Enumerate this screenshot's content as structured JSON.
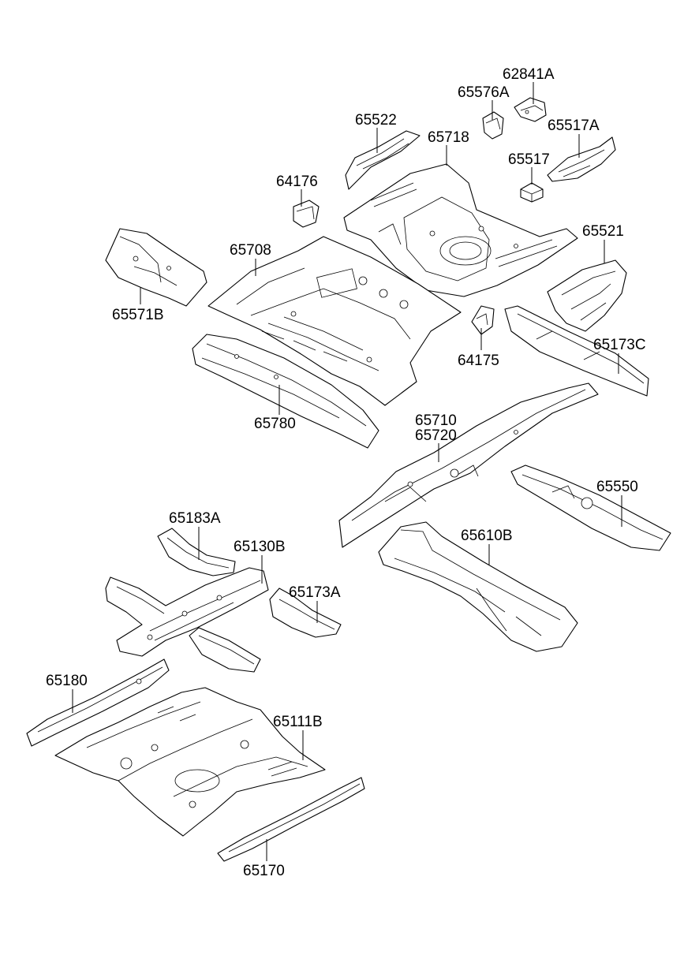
{
  "parts": [
    {
      "id": "p62841A",
      "number": "62841A"
    },
    {
      "id": "p65576A",
      "number": "65576A"
    },
    {
      "id": "p65522",
      "number": "65522"
    },
    {
      "id": "p65718",
      "number": "65718"
    },
    {
      "id": "p65517A",
      "number": "65517A"
    },
    {
      "id": "p64176",
      "number": "64176"
    },
    {
      "id": "p65517",
      "number": "65517"
    },
    {
      "id": "p65521",
      "number": "65521"
    },
    {
      "id": "p65708",
      "number": "65708"
    },
    {
      "id": "p65571B",
      "number": "65571B"
    },
    {
      "id": "p64175",
      "number": "64175"
    },
    {
      "id": "p65173C",
      "number": "65173C"
    },
    {
      "id": "p65780",
      "number": "65780"
    },
    {
      "id": "p65710",
      "number": "65710"
    },
    {
      "id": "p65720",
      "number": "65720"
    },
    {
      "id": "p65550",
      "number": "65550"
    },
    {
      "id": "p65183A",
      "number": "65183A"
    },
    {
      "id": "p65610B",
      "number": "65610B"
    },
    {
      "id": "p65130B",
      "number": "65130B"
    },
    {
      "id": "p65173A",
      "number": "65173A"
    },
    {
      "id": "p65180",
      "number": "65180"
    },
    {
      "id": "p65111B",
      "number": "65111B"
    },
    {
      "id": "p65170",
      "number": "65170"
    }
  ]
}
